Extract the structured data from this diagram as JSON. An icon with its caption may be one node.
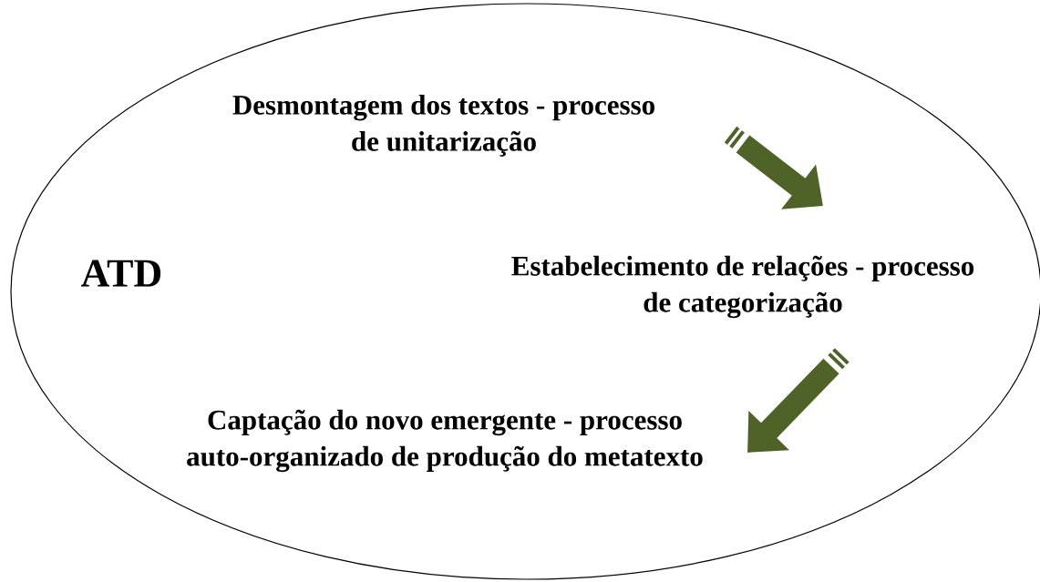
{
  "diagram": {
    "nodes": [
      {
        "text": [
          "ATD"
        ]
      },
      {
        "text": [
          "Desmontagem dos textos - processo de unitarização"
        ],
        "in": 0
      },
      {
        "text": [
          "Estabelecimento de relações - processo de categorização"
        ],
        "in": 0
      },
      {
        "text": [
          "Captação do novo emergente - processo auto-organizado de produção do metatexto"
        ],
        "in": 0
      }
    ],
    "edges": [
      {
        "from": 1,
        "to": 2,
        "arrow": "to"
      },
      {
        "from": 2,
        "to": 3,
        "arrow": "to"
      }
    ]
  }
}
